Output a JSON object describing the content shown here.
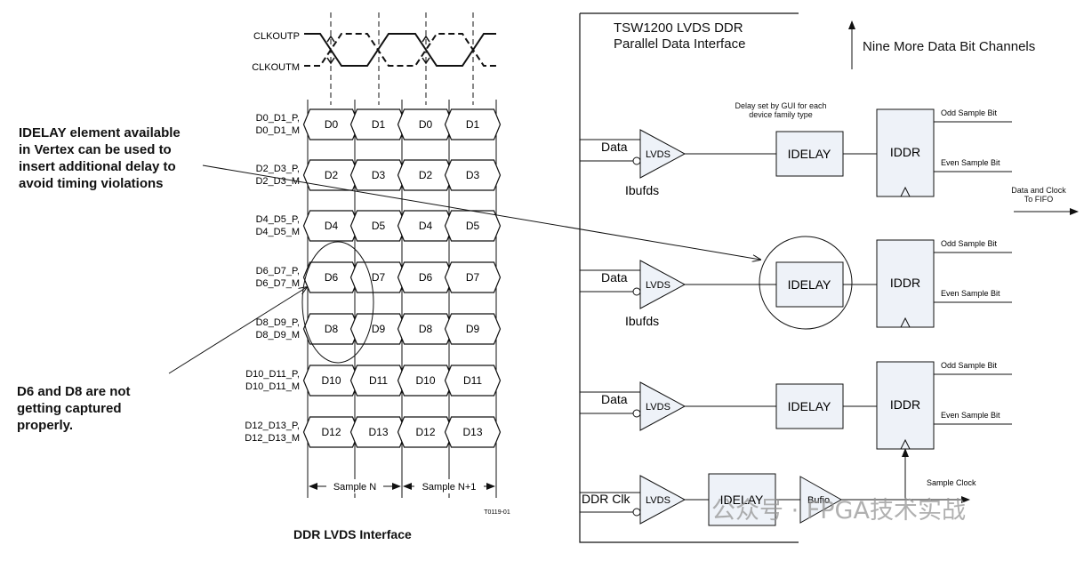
{
  "timing": {
    "clock_labels": [
      "CLKOUTP",
      "CLKOUTM"
    ],
    "pairs": [
      {
        "label_p": "D0_D1_P,",
        "label_m": "D0_D1_M",
        "cells": [
          "D0",
          "D1",
          "D0",
          "D1"
        ]
      },
      {
        "label_p": "D2_D3_P,",
        "label_m": "D2_D3_M",
        "cells": [
          "D2",
          "D3",
          "D2",
          "D3"
        ]
      },
      {
        "label_p": "D4_D5_P,",
        "label_m": "D4_D5_M",
        "cells": [
          "D4",
          "D5",
          "D4",
          "D5"
        ]
      },
      {
        "label_p": "D6_D7_P,",
        "label_m": "D6_D7_M",
        "cells": [
          "D6",
          "D7",
          "D6",
          "D7"
        ]
      },
      {
        "label_p": "D8_D9_P,",
        "label_m": "D8_D9_M",
        "cells": [
          "D8",
          "D9",
          "D8",
          "D9"
        ]
      },
      {
        "label_p": "D10_D11_P,",
        "label_m": "D10_D11_M",
        "cells": [
          "D10",
          "D11",
          "D10",
          "D11"
        ]
      },
      {
        "label_p": "D12_D13_P,",
        "label_m": "D12_D13_M",
        "cells": [
          "D12",
          "D13",
          "D12",
          "D13"
        ]
      }
    ],
    "sample_n": "Sample N",
    "sample_n1": "Sample N+1",
    "fig_id": "T0119-01",
    "caption": "DDR LVDS Interface"
  },
  "annotations": {
    "idelay_note": "IDELAY element available\nin Vertex can be used to\ninsert additional delay to\navoid timing violations",
    "d6d8_note": "D6 and D8 are not\ngetting captured\nproperly."
  },
  "fpga": {
    "title": "TSW1200 LVDS DDR\nParallel Data Interface",
    "more_channels": "Nine More Data Bit Channels",
    "delay_note": "Delay set by GUI for each\ndevice family type",
    "data_clock_note": "Data and Clock\nTo FIFO",
    "channels": [
      {
        "input": "Data",
        "buffer": "LVDS",
        "buffer_name": "Ibufds",
        "delay": "IDELAY",
        "reg": "IDDR",
        "odd": "Odd Sample Bit",
        "even": "Even Sample Bit"
      },
      {
        "input": "Data",
        "buffer": "LVDS",
        "buffer_name": "Ibufds",
        "delay": "IDELAY",
        "reg": "IDDR",
        "odd": "Odd Sample Bit",
        "even": "Even Sample Bit"
      },
      {
        "input": "Data",
        "buffer": "LVDS",
        "buffer_name": "",
        "delay": "IDELAY",
        "reg": "IDDR",
        "odd": "Odd Sample Bit",
        "even": "Even Sample Bit"
      }
    ],
    "clock_chain": {
      "input": "DDR Clk",
      "buffer": "LVDS",
      "delay": "IDELAY",
      "bufio": "Bufio",
      "sample_clock": "Sample Clock"
    }
  },
  "watermark": "公众号 · FPGA技术实战"
}
